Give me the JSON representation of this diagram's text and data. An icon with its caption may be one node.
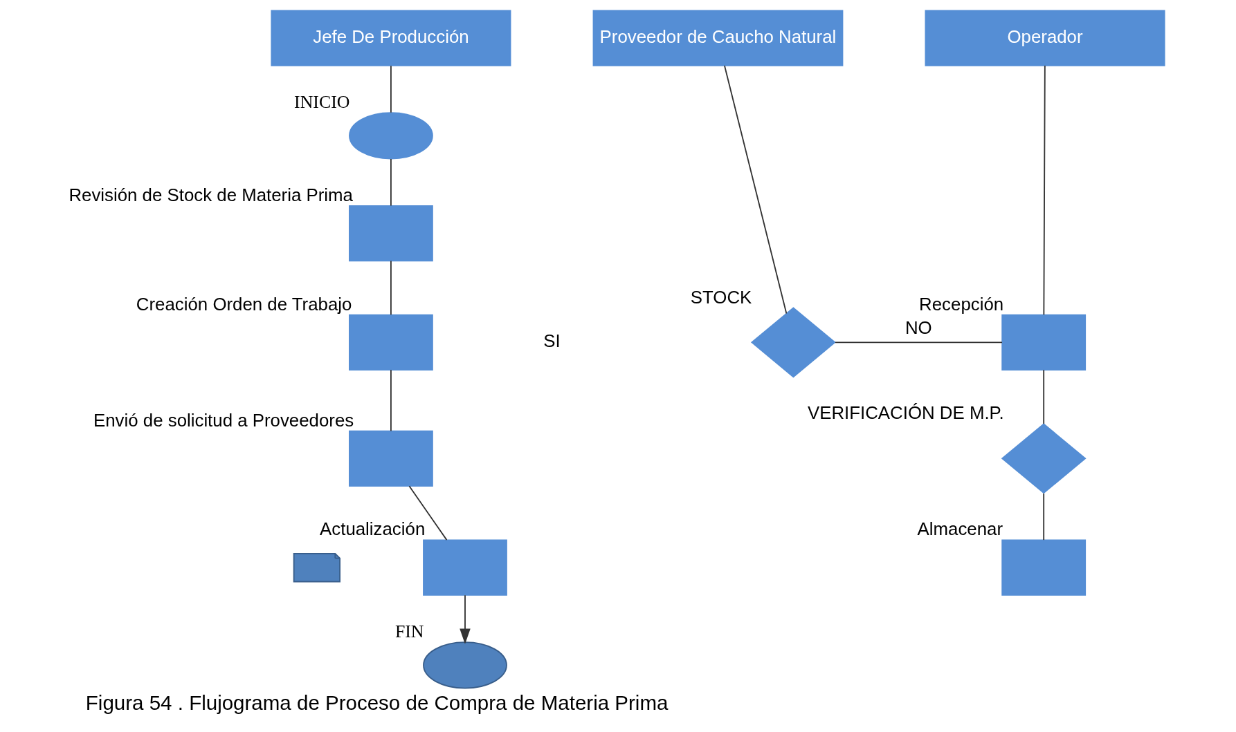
{
  "diagram": {
    "caption": "Figura 54 . Flujograma de Proceso de Compra de Materia Prima",
    "nodes": [
      {
        "text": [
          "Jefe De Producción"
        ]
      },
      {
        "text": [
          "Proveedor de Caucho Natural"
        ]
      },
      {
        "text": [
          "Operador"
        ]
      },
      {
        "text": [],
        "shape": "circle",
        "beside": [
          "INICIO"
        ]
      },
      {
        "text": [],
        "shape": "box",
        "beside": [
          "Revisión de Stock de Materia Prima"
        ]
      },
      {
        "text": [],
        "shape": "box",
        "beside": [
          "Creación Orden de Trabajo"
        ]
      },
      {
        "text": [],
        "shape": "box",
        "beside": [
          "Envió de solicitud a Proveedores"
        ]
      },
      {
        "text": [],
        "shape": "document"
      },
      {
        "text": [],
        "shape": "box",
        "beside": [
          "Actualización"
        ]
      },
      {
        "text": [],
        "shape": "circle",
        "beside": [
          "FIN"
        ]
      },
      {
        "text": [],
        "shape": "diamond",
        "beside": [
          "STOCK"
        ]
      },
      {
        "text": [],
        "shape": "box",
        "beside": [
          "Recepción"
        ]
      },
      {
        "text": [],
        "shape": "diamond",
        "beside": [
          "VERIFICACIÓN DE M.P."
        ]
      },
      {
        "text": [],
        "shape": "box",
        "beside": [
          "Almacenar"
        ]
      }
    ],
    "edges": [
      {
        "from": 0,
        "to": 3,
        "arrow": "none"
      },
      {
        "from": 3,
        "to": 4,
        "arrow": "none"
      },
      {
        "from": 4,
        "to": 5,
        "arrow": "none"
      },
      {
        "from": 5,
        "to": 6,
        "arrow": "none"
      },
      {
        "from": 6,
        "to": 8,
        "arrow": "none"
      },
      {
        "from": 8,
        "to": 9,
        "arrow": "to"
      },
      {
        "from": 1,
        "to": 10,
        "arrow": "none"
      },
      {
        "from": 10,
        "to": 11,
        "arrow": "none",
        "label": "NO"
      },
      {
        "from": 2,
        "to": 11,
        "arrow": "none"
      },
      {
        "from": 11,
        "to": 12,
        "arrow": "none"
      },
      {
        "from": 12,
        "to": 13,
        "arrow": "none"
      }
    ],
    "labels": [
      "SI"
    ]
  }
}
